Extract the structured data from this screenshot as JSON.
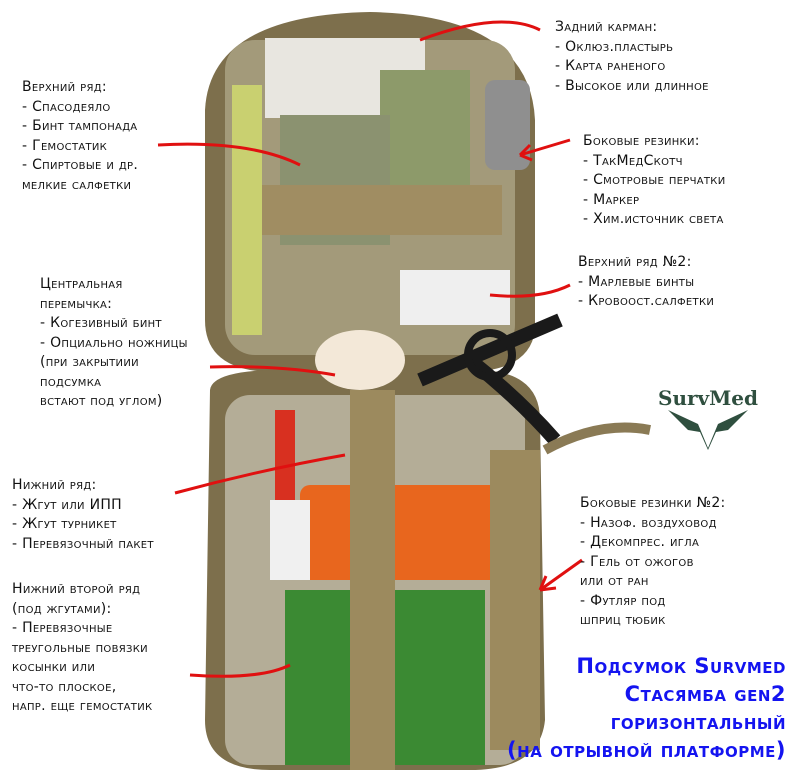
{
  "annotations": {
    "top_row": [
      "Верхний ряд:",
      "- Спасодеяло",
      "- Бинт тампонада",
      "- Гемостатик",
      "- Спиртовые и др.",
      "мелкие салфетки"
    ],
    "center": [
      "Центральная",
      "перемычка:",
      "- Когезивный бинт",
      "- Опциально ножницы",
      "(при закрытиии",
      "подсумка",
      "встают под углом)"
    ],
    "bottom_row": [
      "Нижний ряд:",
      "- Жгут или ИПП",
      "- Жгут турникет",
      "- Перевязочный пакет"
    ],
    "bottom_row2": [
      "Нижний второй ряд",
      "(под жгутами):",
      "- Перевязочные",
      "треугольные повязки",
      "косынки или",
      "что-то плоское,",
      "напр. еще гемостатик"
    ],
    "back_pocket": [
      "Задний карман:",
      "- Оклюз.пластырь",
      "- Карта раненого",
      "- Высокое или длинное"
    ],
    "side_bands": [
      "Боковые резинки:",
      "- ТакМедСкотч",
      "- Смотровые перчатки",
      "- Маркер",
      "- Хим.источник света"
    ],
    "top_row2": [
      "Верхний ряд №2:",
      "- Марлевые бинты",
      "- Кровоост.салфетки"
    ],
    "side_bands2": [
      "Боковые резинки №2:",
      "- Назоф. воздуховод",
      "- Декомпрес. игла",
      "- Гель от ожогов",
      "или от ран",
      "- Футляр под",
      "шприц тюбик"
    ]
  },
  "title": [
    "Подсумок Survmed",
    "Стасямба gen2",
    "горизонтальный",
    "(на отрывной платформе)"
  ],
  "logo": {
    "text": "SurvMed"
  },
  "colors": {
    "arrow": "#e01010",
    "title": "#1414f0",
    "pouch": "#8a7a55"
  }
}
